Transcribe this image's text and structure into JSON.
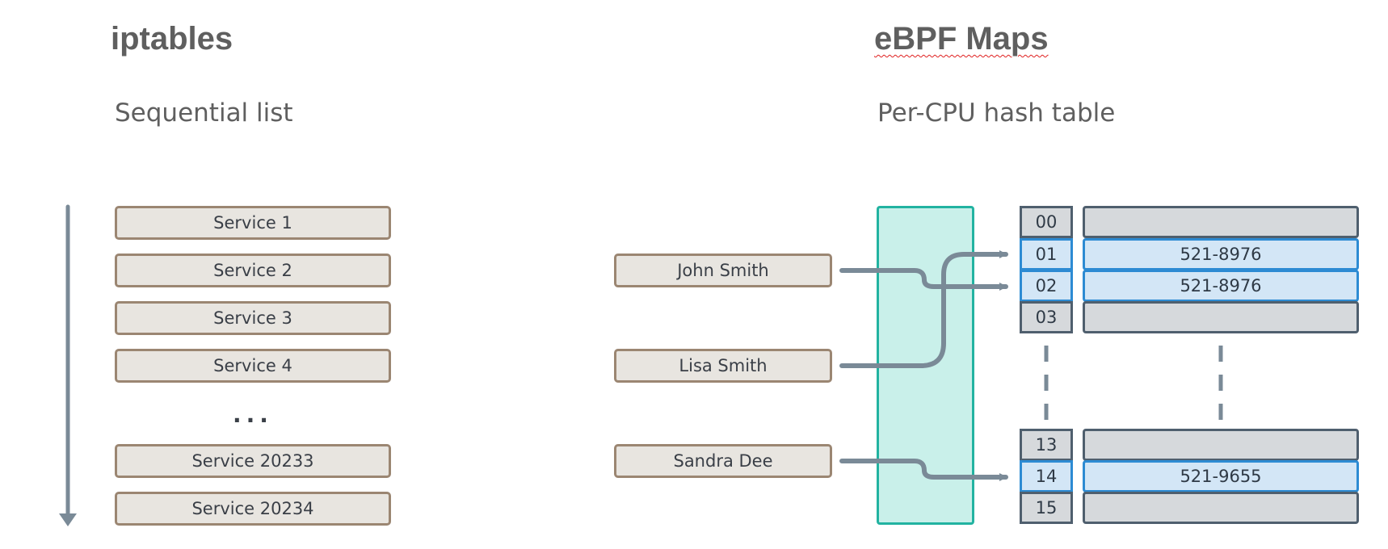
{
  "left_panel": {
    "title": "iptables",
    "subtitle": "Sequential list",
    "services": [
      "Service 1",
      "Service 2",
      "Service 3",
      "Service 4"
    ],
    "ellipsis": "...",
    "services_tail": [
      "Service 20233",
      "Service 20234"
    ]
  },
  "right_panel": {
    "title": "eBPF Maps",
    "subtitle": "Per-CPU hash table",
    "keys": [
      "John Smith",
      "Lisa Smith",
      "Sandra Dee"
    ],
    "buckets_top": [
      {
        "index": "00",
        "value": "",
        "highlight": false
      },
      {
        "index": "01",
        "value": "521-8976",
        "highlight": true
      },
      {
        "index": "02",
        "value": "521-8976",
        "highlight": true
      },
      {
        "index": "03",
        "value": "",
        "highlight": false
      }
    ],
    "buckets_bottom": [
      {
        "index": "13",
        "value": "",
        "highlight": false
      },
      {
        "index": "14",
        "value": "521-9655",
        "highlight": true
      },
      {
        "index": "15",
        "value": "",
        "highlight": false
      }
    ]
  },
  "colors": {
    "title_text": "#5f5f5f",
    "box_fill": "#e8e5e0",
    "box_border": "#9b8672",
    "hash_band_fill": "#c9f0ea",
    "hash_band_border": "#22b3a1",
    "bucket_fill": "#d6d9dc",
    "bucket_border": "#4f5f6e",
    "bucket_highlight_fill": "#d3e6f6",
    "bucket_highlight_border": "#2d8bd3",
    "connector": "#7a8a97"
  }
}
